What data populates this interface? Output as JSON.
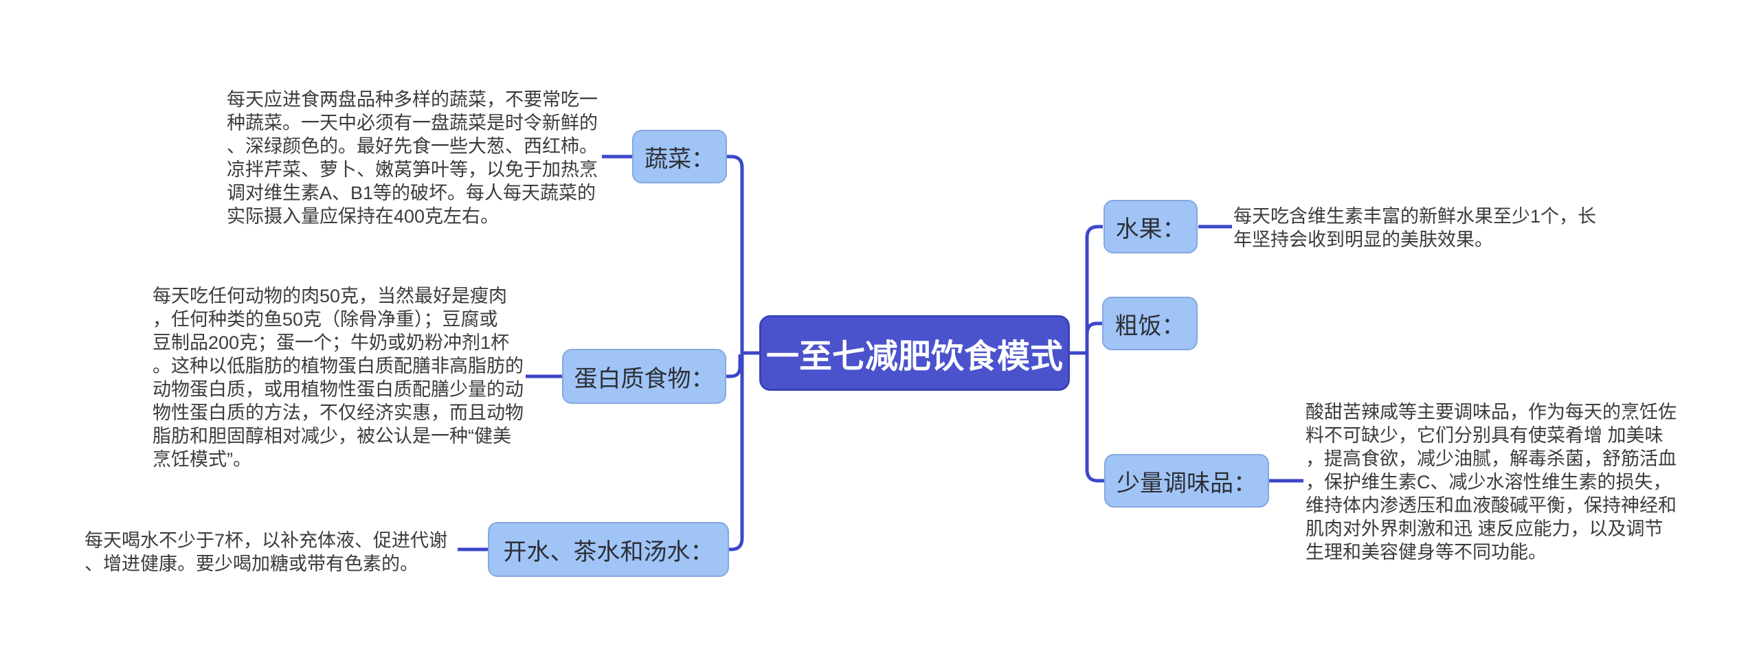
{
  "root": {
    "label": "一至七减肥饮食模式"
  },
  "left_branches": [
    {
      "label": "蔬菜：",
      "description": "每天应进食两盘品种多样的蔬菜，不要常吃一\n种蔬菜。一天中必须有一盘蔬菜是时令新鲜的\n、深绿颜色的。最好先食一些大葱、西红柿。\n凉拌芹菜、萝卜、嫩莴笋叶等，以免于加热烹\n调对维生素A、B1等的破坏。每人每天蔬菜的\n实际摄入量应保持在400克左右。"
    },
    {
      "label": "蛋白质食物：",
      "description": "每天吃任何动物的肉50克，当然最好是瘦肉\n，任何种类的鱼50克（除骨净重）；豆腐或\n豆制品200克；蛋一个；牛奶或奶粉冲剂1杯\n。这种以低脂肪的植物蛋白质配膳非高脂肪的\n动物蛋白质，或用植物性蛋白质配膳少量的动\n物性蛋白质的方法，不仅经济实惠，而且动物\n脂肪和胆固醇相对减少，被公认是一种“健美\n烹饪模式”。"
    },
    {
      "label": "开水、茶水和汤水：",
      "description": "每天喝水不少于7杯，以补充体液、促进代谢\n、增进健康。要少喝加糖或带有色素的。"
    }
  ],
  "right_branches": [
    {
      "label": "水果：",
      "description": "每天吃含维生素丰富的新鲜水果至少1个，长\n年坚持会收到明显的美肤效果。"
    },
    {
      "label": "粗饭：",
      "description": ""
    },
    {
      "label": "少量调味品：",
      "description": "酸甜苦辣咸等主要调味品，作为每天的烹饪佐\n料不可缺少，它们分别具有使菜肴增 加美味\n，提高食欲，减少油腻，解毒杀菌，舒筋活血\n，保护维生素C、减少水溶性维生素的损失，\n维持体内渗透压和血液酸碱平衡，保持神经和\n肌肉对外界刺激和迅 速反应能力，以及调节\n生理和美容健身等不同功能。"
    }
  ],
  "colors": {
    "topic_fill": "#A0C4F6",
    "topic_border": "#84A7E0",
    "root_fill": "#4A52CC",
    "root_border": "#3A41BA",
    "connector": "#3D47C8",
    "note_text": "#3B3B3B"
  }
}
